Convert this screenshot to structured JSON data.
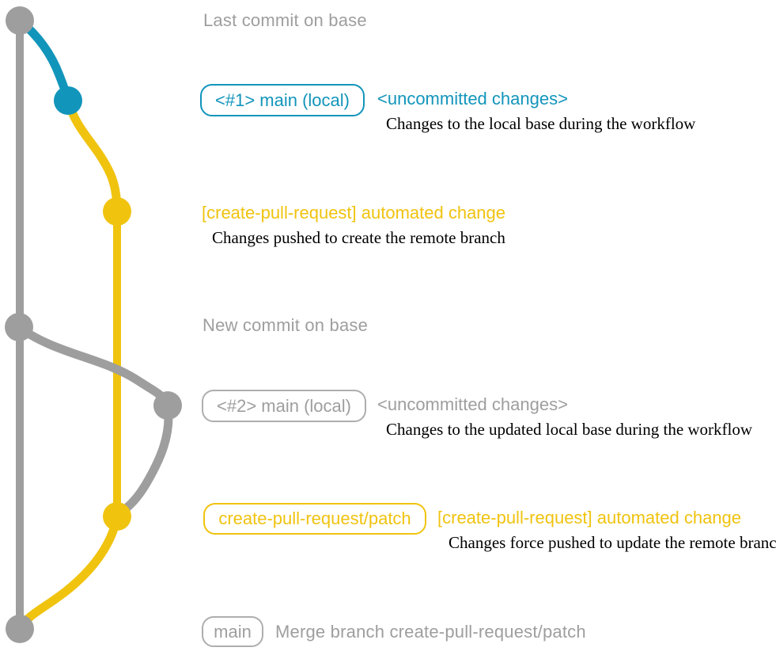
{
  "colors": {
    "base_gray": "#9e9e9e",
    "box_border_gray": "#aeaeae",
    "teal": "#1295bb",
    "yellow": "#f0c30f",
    "ink": "#000000",
    "background": "#ffffff"
  },
  "diagram": {
    "kind": "git-branch-workflow",
    "branches": [
      {
        "name": "base",
        "color_key": "base_gray"
      },
      {
        "name": "main (local)",
        "color_key": "teal"
      },
      {
        "name": "create-pull-request/patch",
        "color_key": "yellow"
      }
    ]
  },
  "rows": [
    {
      "text": "Last commit on base"
    },
    {
      "badge": "<#1> main (local)",
      "title": "<uncommitted changes>",
      "desc": "Changes to the local base during the workflow"
    },
    {
      "title": "[create-pull-request] automated change",
      "desc": "Changes pushed to create the remote branch"
    },
    {
      "text": "New commit on base"
    },
    {
      "badge": "<#2> main (local)",
      "title": "<uncommitted changes>",
      "desc": "Changes to the updated local base during the workflow"
    },
    {
      "badge": "create-pull-request/patch",
      "title": "[create-pull-request] automated change",
      "desc": "Changes force pushed to update the remote branch"
    },
    {
      "badge": "main",
      "text": "Merge branch create-pull-request/patch"
    }
  ]
}
